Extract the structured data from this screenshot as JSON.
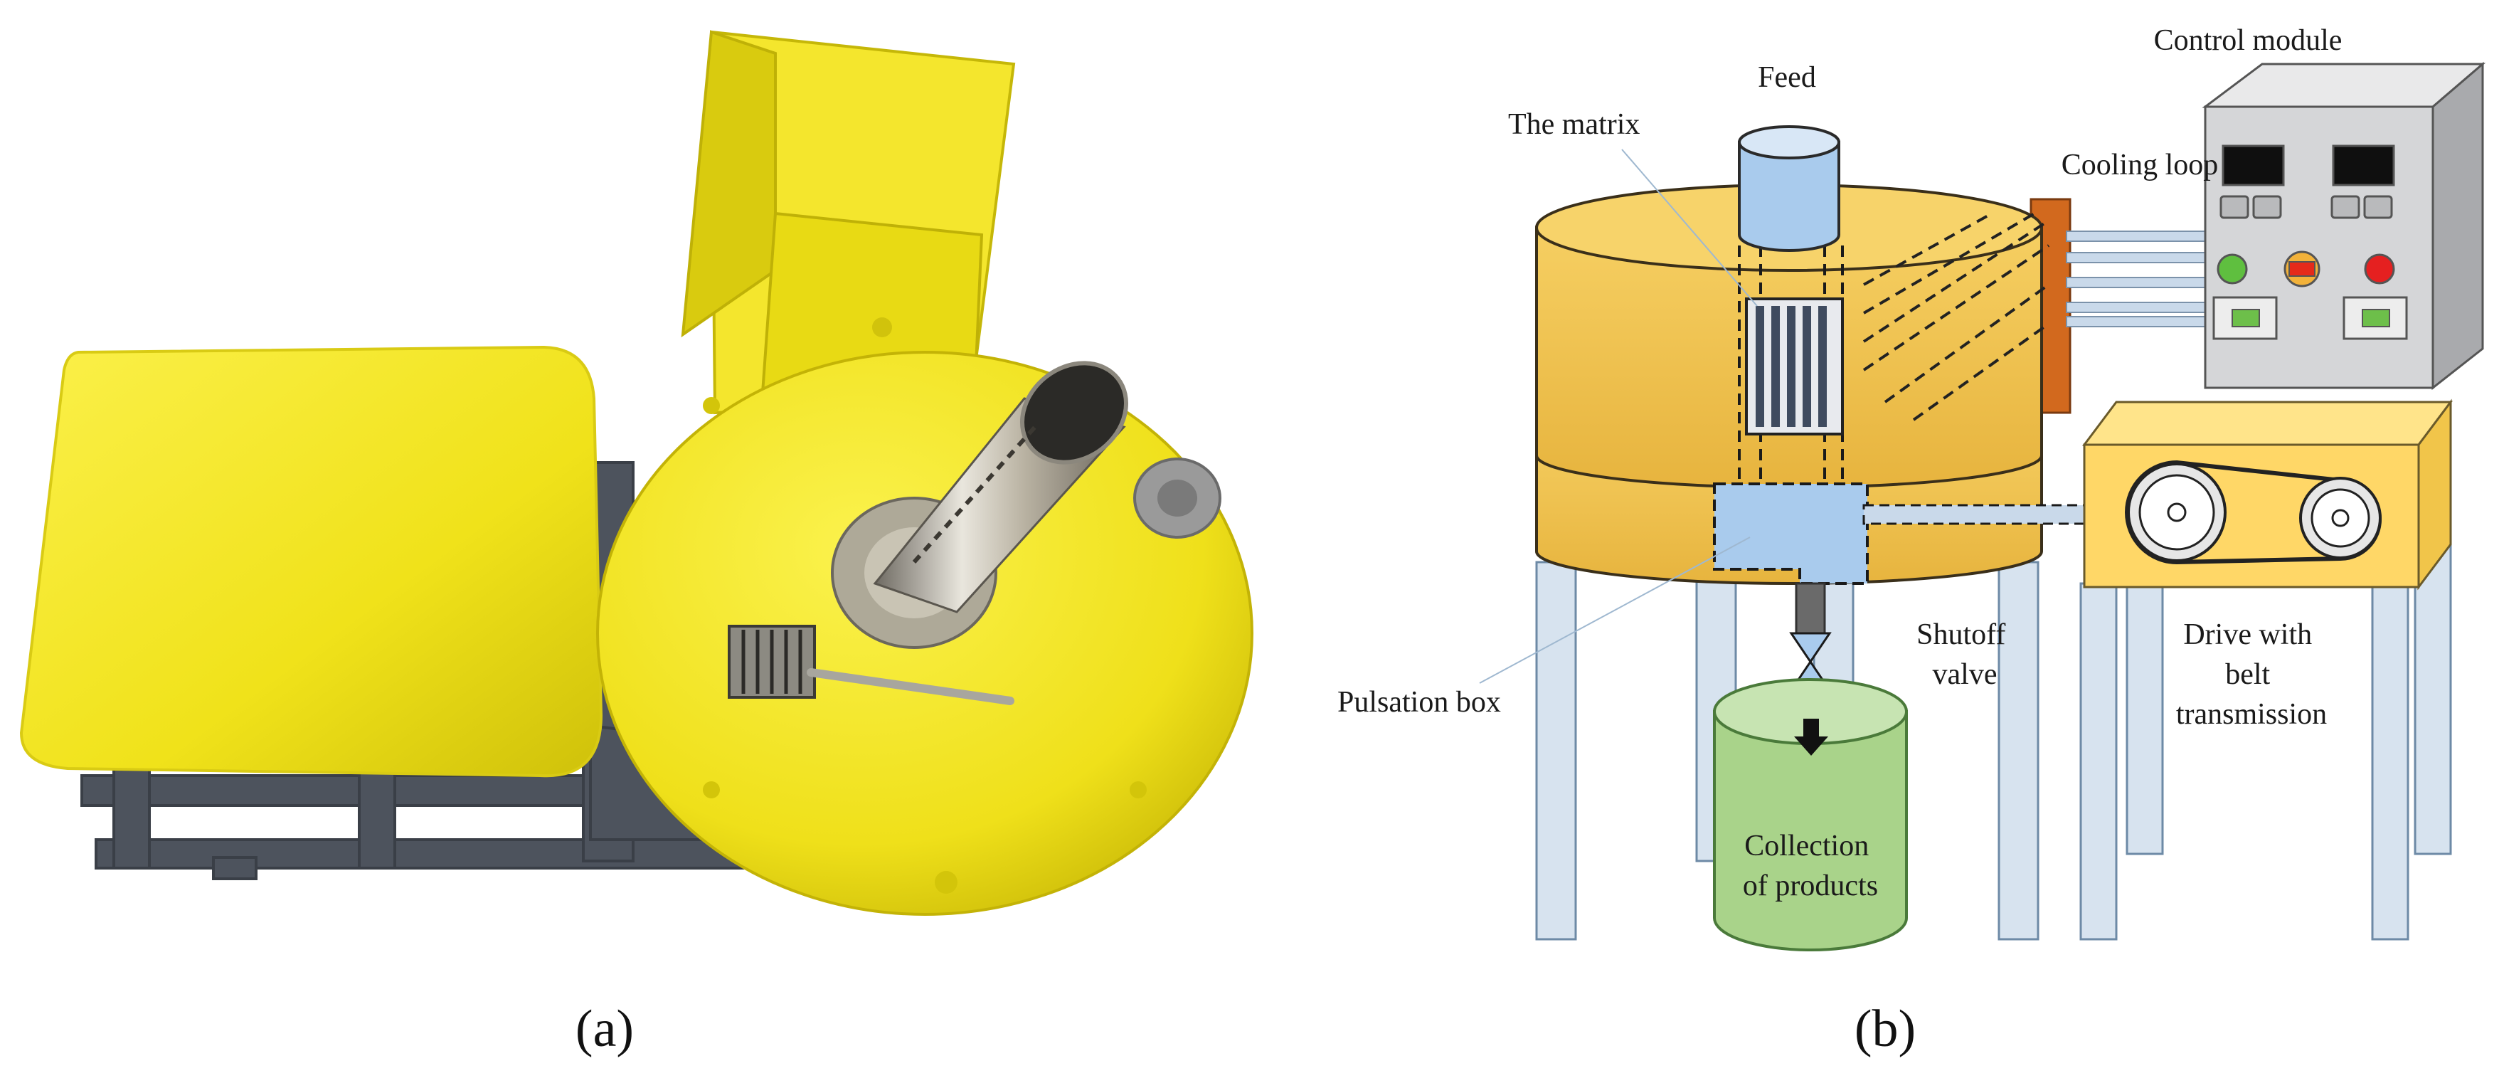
{
  "captions": {
    "a": "(a)",
    "b": "(b)"
  },
  "labels": {
    "feed": "Feed",
    "control_module": "Control module",
    "matrix": "The matrix",
    "cooling_loop": "Cooling loop",
    "pulsation_box": "Pulsation box",
    "shutoff_valve": [
      "Shutoff",
      "valve"
    ],
    "drive": [
      "Drive with",
      "belt",
      "transmission"
    ],
    "collection": [
      "Collection",
      "of products"
    ]
  },
  "colors": {
    "machine_yellow": "#f0e21a",
    "frame_gray": "#4d535d",
    "tank_gold": "#f2c451",
    "feed_blue": "#a9cbed",
    "collection_green": "#a9d38a",
    "panel_gray": "#d5d6d8",
    "drive_yellow": "#ffd767",
    "cooling_copper": "#d2691e",
    "leg_blue": "#d7e3ef"
  }
}
